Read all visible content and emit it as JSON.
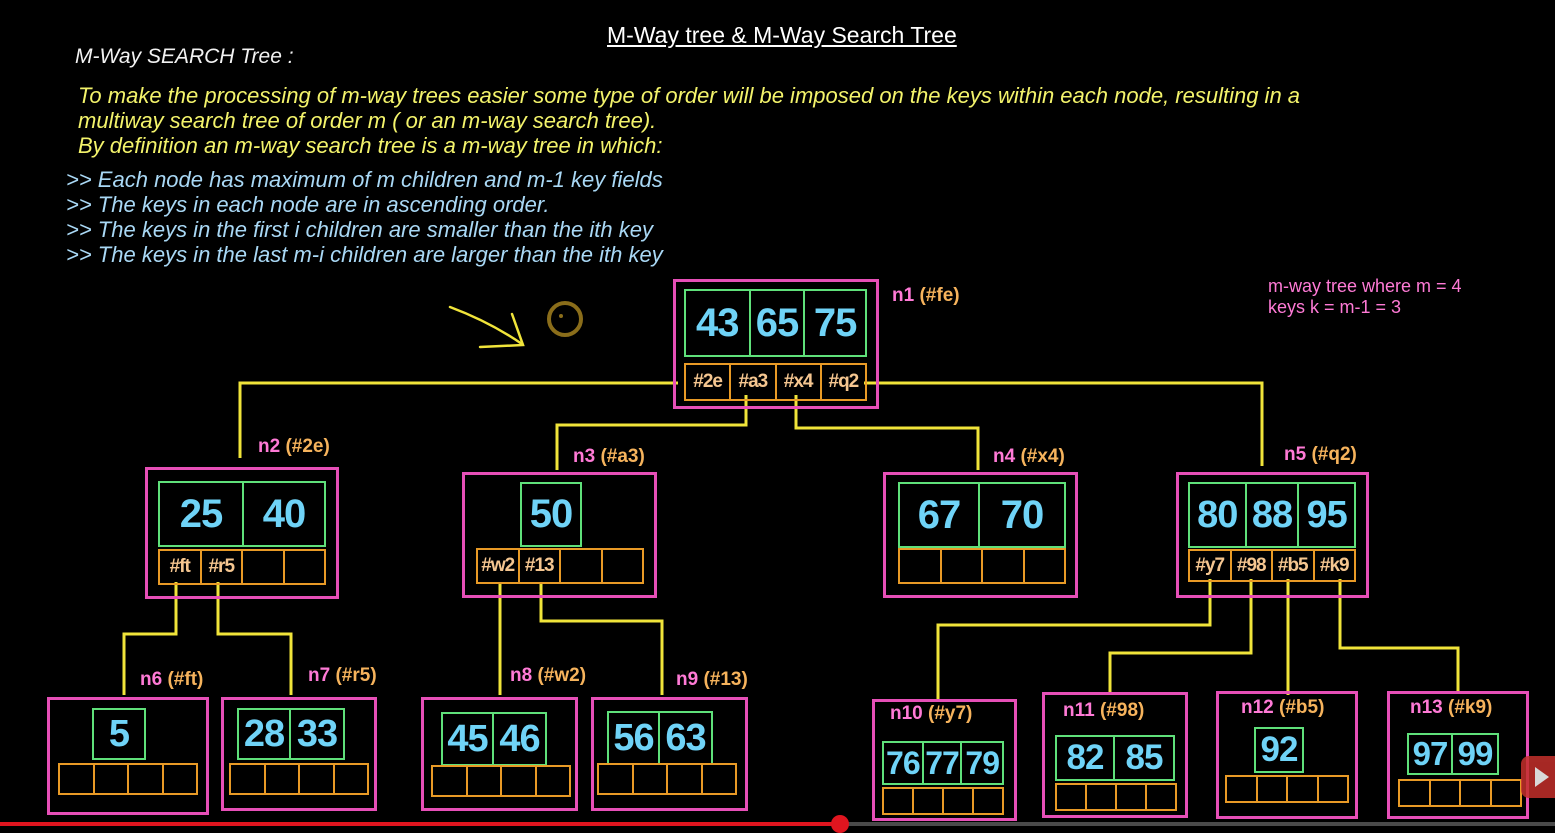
{
  "title": "M-Way tree & M-Way Search Tree",
  "subtitle": "M-Way SEARCH Tree :",
  "paragraph": [
    "To make the processing of m-way trees easier some type of order will be imposed on the keys within each node, resulting in a",
    "multiway search tree of order m  ( or an m-way search tree).",
    "By definition an m-way search tree is a m-way tree in which:"
  ],
  "bullets": [
    ">> Each node has maximum of m children and m-1 key fields",
    ">> The keys in each node are in ascending order.",
    ">> The keys in the first i children are smaller than the ith key",
    ">> The keys in the last m-i children are larger than the ith key"
  ],
  "note": [
    "m-way tree where m = 4",
    "keys k = m-1 = 3"
  ],
  "colors": {
    "node_border": "#e64fb7",
    "key_border": "#5fe07a",
    "pointer_border": "#e89a26",
    "edge": "#f0e43a",
    "key_text": "#6fd3f7",
    "progress": "#e0151f"
  },
  "tree": {
    "nodes": [
      {
        "id": "n1",
        "addr": "(#fe)",
        "keys": [
          "43",
          "65",
          "75"
        ],
        "ptrs": [
          "#2e",
          "#a3",
          "#x4",
          "#q2"
        ]
      },
      {
        "id": "n2",
        "addr": "(#2e)",
        "keys": [
          "25",
          "40"
        ],
        "ptrs": [
          "#ft",
          "#r5",
          "",
          ""
        ]
      },
      {
        "id": "n3",
        "addr": "(#a3)",
        "keys": [
          "50"
        ],
        "ptrs": [
          "#w2",
          "#13",
          "",
          ""
        ]
      },
      {
        "id": "n4",
        "addr": "(#x4)",
        "keys": [
          "67",
          "70"
        ],
        "ptrs": [
          "",
          "",
          "",
          ""
        ]
      },
      {
        "id": "n5",
        "addr": "(#q2)",
        "keys": [
          "80",
          "88",
          "95"
        ],
        "ptrs": [
          "#y7",
          "#98",
          "#b5",
          "#k9"
        ]
      },
      {
        "id": "n6",
        "addr": "(#ft)",
        "keys": [
          "5"
        ],
        "ptrs": [
          "",
          "",
          "",
          ""
        ]
      },
      {
        "id": "n7",
        "addr": "(#r5)",
        "keys": [
          "28",
          "33"
        ],
        "ptrs": [
          "",
          "",
          "",
          ""
        ]
      },
      {
        "id": "n8",
        "addr": "(#w2)",
        "keys": [
          "45",
          "46"
        ],
        "ptrs": [
          "",
          "",
          "",
          ""
        ]
      },
      {
        "id": "n9",
        "addr": "(#13)",
        "keys": [
          "56",
          "63"
        ],
        "ptrs": [
          "",
          "",
          "",
          ""
        ]
      },
      {
        "id": "n10",
        "addr": "(#y7)",
        "keys": [
          "76",
          "77",
          "79"
        ],
        "ptrs": [
          "",
          "",
          "",
          ""
        ]
      },
      {
        "id": "n11",
        "addr": "(#98)",
        "keys": [
          "82",
          "85"
        ],
        "ptrs": [
          "",
          "",
          "",
          ""
        ]
      },
      {
        "id": "n12",
        "addr": "(#b5)",
        "keys": [
          "92"
        ],
        "ptrs": [
          "",
          "",
          "",
          ""
        ]
      },
      {
        "id": "n13",
        "addr": "(#k9)",
        "keys": [
          "97",
          "99"
        ],
        "ptrs": [
          "",
          "",
          "",
          ""
        ]
      }
    ]
  },
  "video": {
    "progress_fraction": 0.54
  }
}
